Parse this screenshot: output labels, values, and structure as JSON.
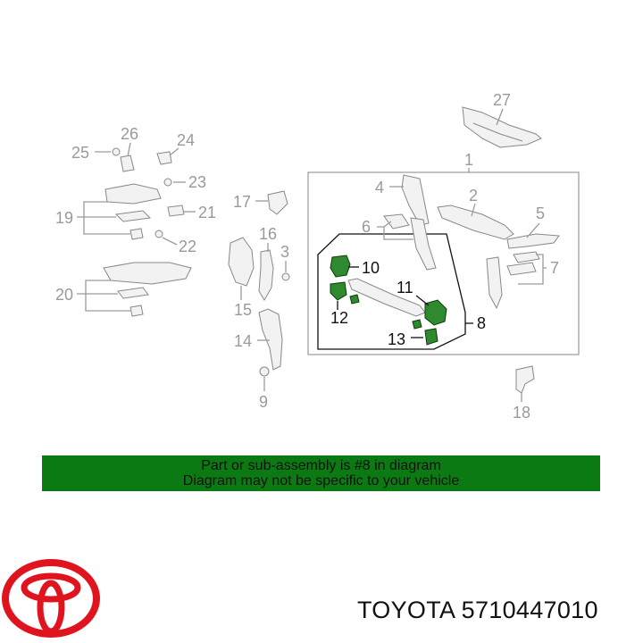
{
  "callouts": {
    "c1": "1",
    "c2": "2",
    "c4": "4",
    "c5": "5",
    "c6": "6",
    "c7": "7",
    "c8": "8",
    "c9": "9",
    "c10": "10",
    "c11": "11",
    "c12": "12",
    "c13": "13",
    "c14": "14",
    "c15": "15",
    "c16": "16",
    "c17": "17",
    "c18": "18",
    "c19": "19",
    "c20": "20",
    "c21": "21",
    "c22": "22",
    "c23": "23",
    "c24": "24",
    "c25": "25",
    "c26": "26",
    "c27": "27",
    "c3": "3"
  },
  "notice": {
    "line1": "Part or sub-assembly is #8 in diagram",
    "line2": "Diagram may not be specific to your vehicle"
  },
  "brand": {
    "text": "TOYOTA 5710447010"
  },
  "colors": {
    "highlight": "#2f8a2f",
    "banner": "#0c7a12",
    "logo": "#e0141e"
  },
  "icons": {
    "logo": "toyota-logo-icon"
  }
}
